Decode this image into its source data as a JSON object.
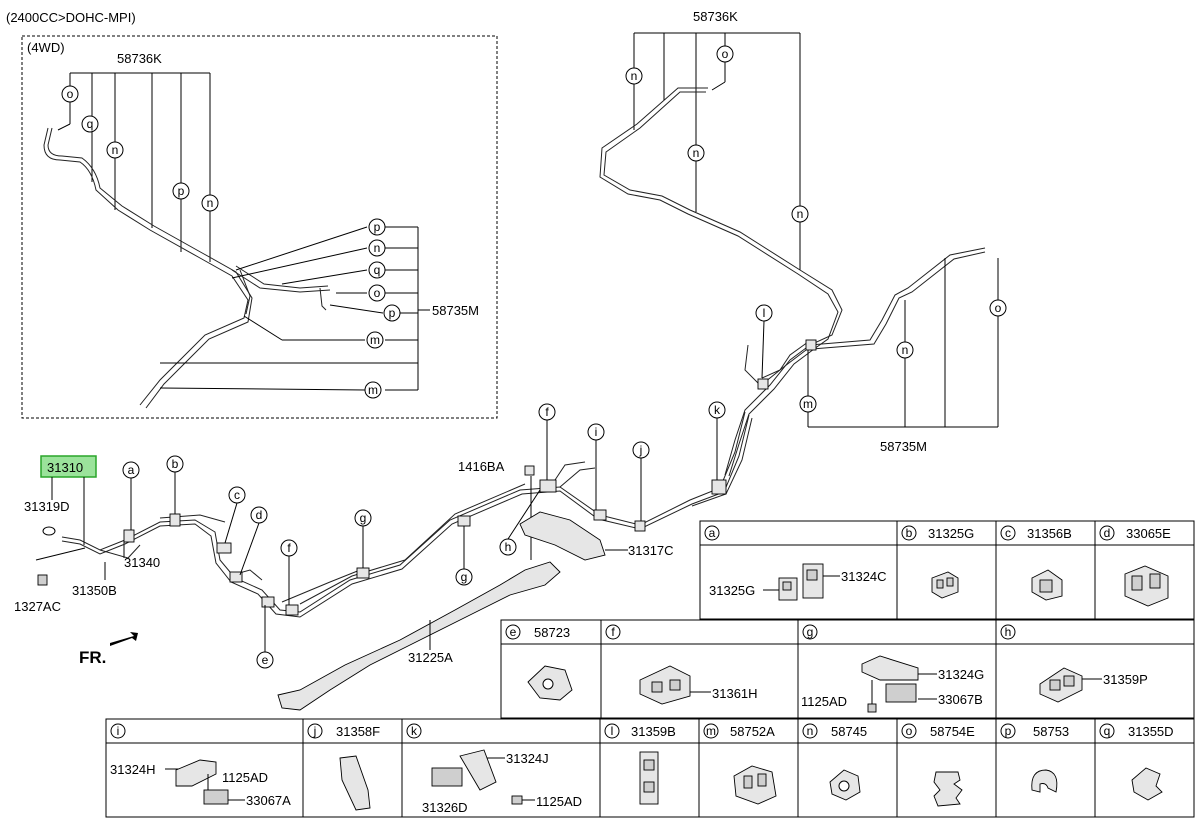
{
  "header": {
    "engine": "(2400CC>DOHC-MPI)",
    "variant": "(4WD)"
  },
  "main_labels": {
    "main_part": "31310",
    "p31319D": "31319D",
    "p1327AC": "1327AC",
    "p31350B": "31350B",
    "p31340": "31340",
    "p1416BA": "1416BA",
    "p31317C": "31317C",
    "p31225A": "31225A",
    "p58736K_top": "58736K",
    "p58735M_right": "58735M",
    "p58736K_inset": "58736K",
    "p58735M_inset": "58735M",
    "fr": "FR."
  },
  "callouts": {
    "a": "a",
    "b": "b",
    "c": "c",
    "d": "d",
    "e": "e",
    "f": "f",
    "g": "g",
    "h": "h",
    "i": "i",
    "j": "j",
    "k": "k",
    "l": "l",
    "m": "m",
    "n": "n",
    "o": "o",
    "p": "p",
    "q": "q"
  },
  "legend": {
    "a": {
      "header": "",
      "parts": [
        "31325G",
        "31324C"
      ]
    },
    "b": {
      "header": "31325G"
    },
    "c": {
      "header": "31356B"
    },
    "d": {
      "header": "33065E"
    },
    "e": {
      "header": "58723"
    },
    "f": {
      "header": "",
      "parts": [
        "31361H"
      ]
    },
    "g": {
      "header": "",
      "parts": [
        "31324G",
        "1125AD",
        "33067B"
      ]
    },
    "h": {
      "header": "",
      "parts": [
        "31359P"
      ]
    },
    "i": {
      "header": "",
      "parts": [
        "31324H",
        "1125AD",
        "33067A"
      ]
    },
    "j": {
      "header": "31358F"
    },
    "k": {
      "header": "",
      "parts": [
        "31324J",
        "31326D",
        "1125AD"
      ]
    },
    "l": {
      "header": "31359B"
    },
    "m": {
      "header": "58752A"
    },
    "n": {
      "header": "58745"
    },
    "o": {
      "header": "58754E"
    },
    "p": {
      "header": "58753"
    },
    "q": {
      "header": "31355D"
    }
  }
}
